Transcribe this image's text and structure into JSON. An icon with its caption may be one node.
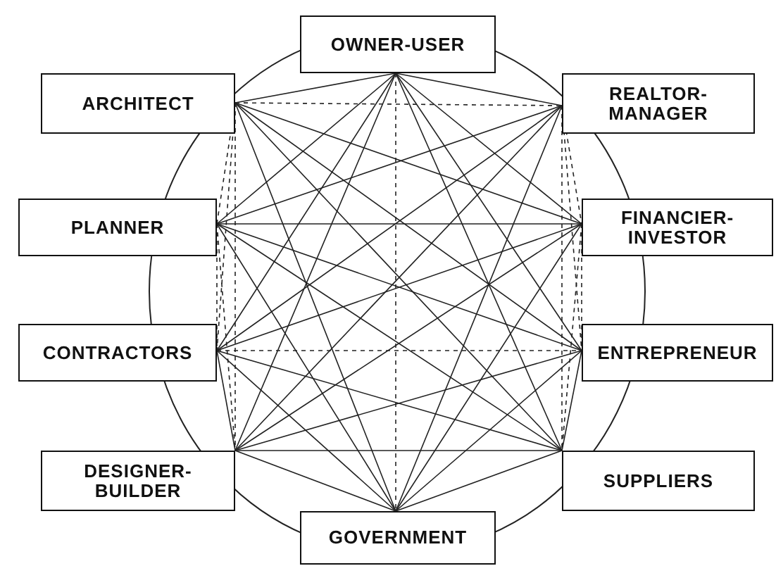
{
  "diagram": {
    "nodes": [
      {
        "text": [
          "OWNER-USER"
        ]
      },
      {
        "text": [
          "ARCHITECT"
        ]
      },
      {
        "text": [
          "REALTOR- MANAGER"
        ]
      },
      {
        "text": [
          "PLANNER"
        ]
      },
      {
        "text": [
          "FINANCIER- INVESTOR"
        ]
      },
      {
        "text": [
          "CONTRACTORS"
        ]
      },
      {
        "text": [
          "ENTREPRENEUR"
        ]
      },
      {
        "text": [
          "DESIGNER- BUILDER"
        ]
      },
      {
        "text": [
          "SUPPLIERS"
        ]
      },
      {
        "text": [
          "GOVERNMENT"
        ]
      }
    ],
    "edges": [
      {
        "from": 0,
        "to": 1,
        "arrow": "none"
      },
      {
        "from": 0,
        "to": 2,
        "arrow": "none"
      },
      {
        "from": 0,
        "to": 3,
        "arrow": "none"
      },
      {
        "from": 0,
        "to": 4,
        "arrow": "none"
      },
      {
        "from": 0,
        "to": 5,
        "arrow": "none"
      },
      {
        "from": 0,
        "to": 6,
        "arrow": "none"
      },
      {
        "from": 0,
        "to": 7,
        "arrow": "none"
      },
      {
        "from": 0,
        "to": 8,
        "arrow": "none"
      },
      {
        "from": 0,
        "to": 9,
        "arrow": "none",
        "style": "dashed"
      },
      {
        "from": 1,
        "to": 2,
        "arrow": "none",
        "style": "dashed"
      },
      {
        "from": 1,
        "to": 3,
        "arrow": "none",
        "style": "dashed"
      },
      {
        "from": 1,
        "to": 4,
        "arrow": "none"
      },
      {
        "from": 1,
        "to": 5,
        "arrow": "none",
        "style": "dashed"
      },
      {
        "from": 1,
        "to": 6,
        "arrow": "none"
      },
      {
        "from": 1,
        "to": 7,
        "arrow": "none",
        "style": "dashed"
      },
      {
        "from": 1,
        "to": 8,
        "arrow": "none"
      },
      {
        "from": 1,
        "to": 9,
        "arrow": "none"
      },
      {
        "from": 2,
        "to": 3,
        "arrow": "none"
      },
      {
        "from": 2,
        "to": 4,
        "arrow": "none",
        "style": "dashed"
      },
      {
        "from": 2,
        "to": 5,
        "arrow": "none"
      },
      {
        "from": 2,
        "to": 6,
        "arrow": "none",
        "style": "dashed"
      },
      {
        "from": 2,
        "to": 7,
        "arrow": "none"
      },
      {
        "from": 2,
        "to": 8,
        "arrow": "none",
        "style": "dashed"
      },
      {
        "from": 2,
        "to": 9,
        "arrow": "none"
      },
      {
        "from": 3,
        "to": 4,
        "arrow": "none"
      },
      {
        "from": 3,
        "to": 5,
        "arrow": "none",
        "style": "dashed"
      },
      {
        "from": 3,
        "to": 6,
        "arrow": "none"
      },
      {
        "from": 3,
        "to": 7,
        "arrow": "none",
        "style": "dashed"
      },
      {
        "from": 3,
        "to": 8,
        "arrow": "none"
      },
      {
        "from": 3,
        "to": 9,
        "arrow": "none"
      },
      {
        "from": 4,
        "to": 5,
        "arrow": "none"
      },
      {
        "from": 4,
        "to": 6,
        "arrow": "none",
        "style": "dashed"
      },
      {
        "from": 4,
        "to": 7,
        "arrow": "none"
      },
      {
        "from": 4,
        "to": 8,
        "arrow": "none",
        "style": "dashed"
      },
      {
        "from": 4,
        "to": 9,
        "arrow": "none"
      },
      {
        "from": 5,
        "to": 6,
        "arrow": "none",
        "style": "dashed"
      },
      {
        "from": 5,
        "to": 7,
        "arrow": "none"
      },
      {
        "from": 5,
        "to": 8,
        "arrow": "none"
      },
      {
        "from": 5,
        "to": 9,
        "arrow": "none"
      },
      {
        "from": 6,
        "to": 7,
        "arrow": "none"
      },
      {
        "from": 6,
        "to": 8,
        "arrow": "none"
      },
      {
        "from": 6,
        "to": 9,
        "arrow": "none"
      },
      {
        "from": 7,
        "to": 8,
        "arrow": "none"
      },
      {
        "from": 7,
        "to": 9,
        "arrow": "none"
      },
      {
        "from": 8,
        "to": 9,
        "arrow": "none"
      }
    ]
  }
}
